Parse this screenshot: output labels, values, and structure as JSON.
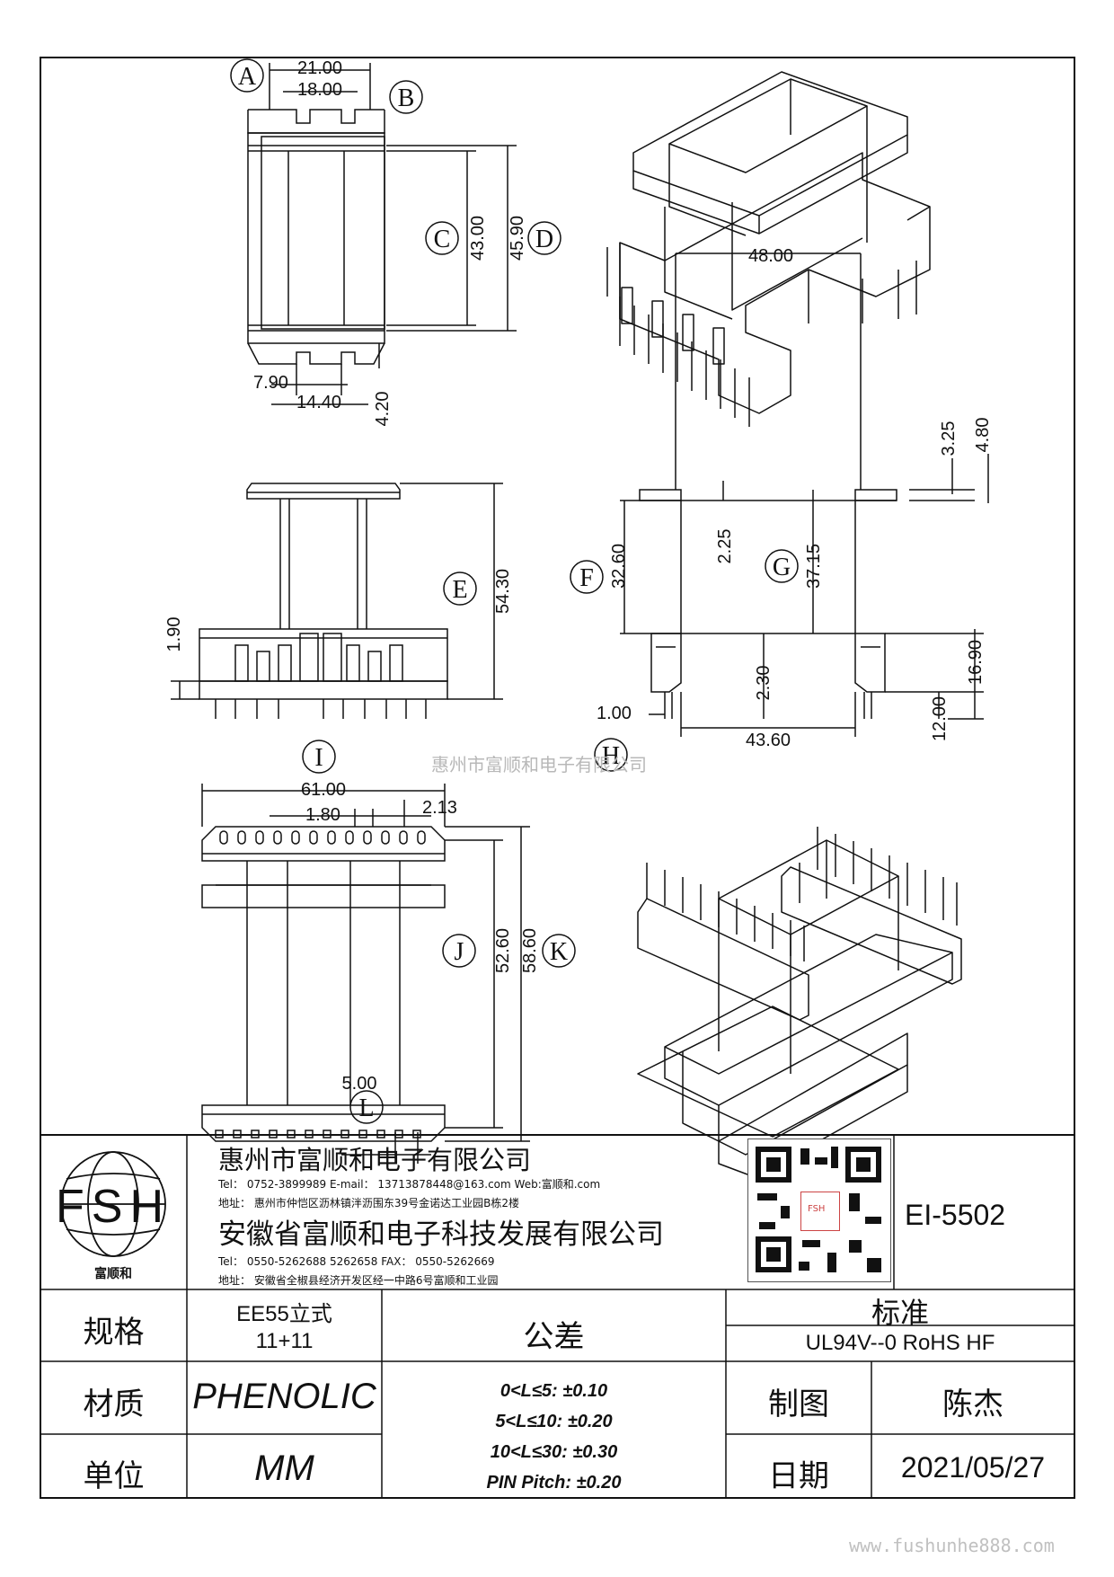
{
  "dimensions": {
    "top_view": {
      "width_outer": "21.00",
      "width_inner": "18.00",
      "height_inner": "43.00",
      "height_outer": "45.90",
      "slot_gap": "7.90",
      "slot_span": "14.40",
      "tab_depth": "4.20"
    },
    "front_view": {
      "pin_offset": "1.90",
      "total_height": "54.30"
    },
    "side_view": {
      "width_top": "48.00",
      "flange_thk": "3.25",
      "flange_top": "4.80",
      "slot_depth": "2.25",
      "height_f": "32.60",
      "height_g": "37.15",
      "base_step": "2.30",
      "pin_to_edge": "1.00",
      "width_bottom": "43.60",
      "base_height": "16.90",
      "pin_length": "12.00"
    },
    "bottom_view": {
      "length": "61.00",
      "pitch": "1.80",
      "pin_edge": "2.13",
      "height_inner": "52.60",
      "height_outer": "58.60",
      "pin_pitch": "5.00"
    }
  },
  "callouts": {
    "a": "A",
    "b": "B",
    "c": "C",
    "d": "D",
    "e": "E",
    "f": "F",
    "g": "G",
    "h": "H",
    "i": "I",
    "j": "J",
    "k": "K",
    "l": "L"
  },
  "watermark_center": "惠州市富顺和电子有限公司",
  "watermark_footer": "www.fushunhe888.com",
  "title_block": {
    "logo_text": "FSH",
    "logo_caption": "富顺和",
    "company1": "惠州市富顺和电子有限公司",
    "company1_contact": "Tel： 0752-3899989  E-mail： 13713878448@163.com  Web:富顺和.com",
    "company1_address": "地址： 惠州市仲恺区沥林镇泮沥围东39号金诺达工业园B栋2楼",
    "company2": "安徽省富顺和电子科技发展有限公司",
    "company2_contact": "Tel： 0550-5262688  5262658      FAX： 0550-5262669",
    "company2_address": "地址： 安徽省全椒县经济开发区经一中路6号富顺和工业园",
    "qr_label": "FSH",
    "part_number": "EI-5502",
    "spec_label": "规格",
    "spec_value_line1": "EE55立式",
    "spec_value_line2": "11+11",
    "material_label": "材质",
    "material_value": "PHENOLIC",
    "unit_label": "单位",
    "unit_value": "MM",
    "tolerance_label": "公差",
    "tolerance_1": "0<L≤5: ±0.10",
    "tolerance_2": "5<L≤10: ±0.20",
    "tolerance_3": "10<L≤30: ±0.30",
    "tolerance_4": "PIN Pitch: ±0.20",
    "standard_label": "标准",
    "standard_value": "UL94V--0  RoHS HF",
    "drawn_label": "制图",
    "drawn_value": "陈杰",
    "date_label": "日期",
    "date_value": "2021/05/27"
  }
}
